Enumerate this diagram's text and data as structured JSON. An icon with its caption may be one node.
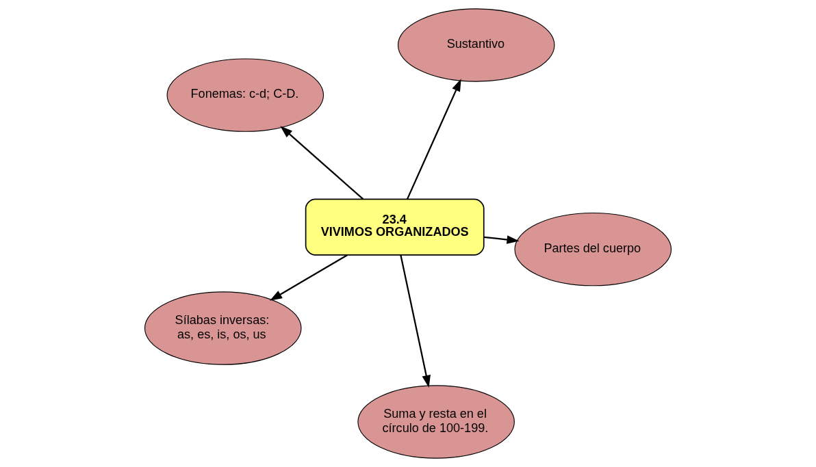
{
  "diagram": {
    "nodes": [
      {
        "text": [
          "Fonemas: c-d; C-D."
        ]
      },
      {
        "text": [
          "Partes del cuerpo"
        ]
      },
      {
        "text": [
          "Suma y resta en el círculo de 100-199."
        ]
      },
      {
        "text": [
          "23.4",
          "VIVIMOS ORGANIZADOS"
        ]
      },
      {
        "text": [
          "Sustantivo"
        ]
      },
      {
        "text": [
          "Sílabas inversas: as, es, is, os, us"
        ]
      }
    ],
    "edges": [
      {
        "from": 3,
        "to": 0,
        "arrow": "to"
      },
      {
        "from": 3,
        "to": 1,
        "arrow": "to"
      },
      {
        "from": 3,
        "to": 2,
        "arrow": "to"
      },
      {
        "from": 3,
        "to": 4,
        "arrow": "to"
      },
      {
        "from": 3,
        "to": 5,
        "arrow": "to"
      }
    ]
  }
}
